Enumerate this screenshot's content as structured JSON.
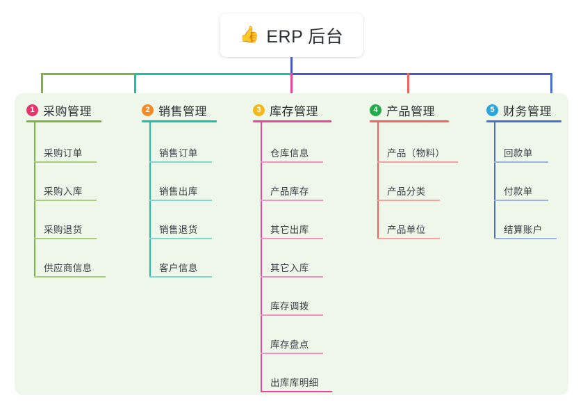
{
  "root": {
    "icon": "thumbs-up-icon",
    "icon_glyph": "👍",
    "title": "ERP 后台"
  },
  "palette": {
    "panel_bg": "#eef7e9",
    "page_bg": "#ffffff",
    "text": "#2d3136",
    "trunk": "#4a58c8"
  },
  "columns": [
    {
      "number": "1",
      "title": "采购管理",
      "color": "#7cb342",
      "badge_color": "#e8336d",
      "items": [
        "采购订单",
        "采购入库",
        "采购退货",
        "供应商信息"
      ]
    },
    {
      "number": "2",
      "title": "销售管理",
      "color": "#18c0a8",
      "badge_color": "#f58a24",
      "items": [
        "销售订单",
        "销售出库",
        "销售退货",
        "客户信息"
      ]
    },
    {
      "number": "3",
      "title": "库存管理",
      "color": "#e8459a",
      "badge_color": "#f5b819",
      "items": [
        "仓库信息",
        "产品库存",
        "其它出库",
        "其它入库",
        "库存调拨",
        "库存盘点",
        "出库库明细"
      ]
    },
    {
      "number": "4",
      "title": "产品管理",
      "color": "#f4625f",
      "badge_color": "#22ab4b",
      "items": [
        "产品（物料）",
        "产品分类",
        "产品单位"
      ]
    },
    {
      "number": "5",
      "title": "财务管理",
      "color": "#4a6fd4",
      "badge_color": "#29a6e0",
      "items": [
        "回款单",
        "付款单",
        "结算账户"
      ]
    }
  ],
  "connectors": {
    "trunk_color": "#4a58c8",
    "bus_segments": [
      {
        "color": "#7cb342",
        "from": "col1",
        "to": "col2"
      },
      {
        "color": "#18c0a8",
        "from": "col2",
        "to": "col3"
      },
      {
        "color": "#4a58c8",
        "from": "col3",
        "to": "col5"
      }
    ]
  }
}
